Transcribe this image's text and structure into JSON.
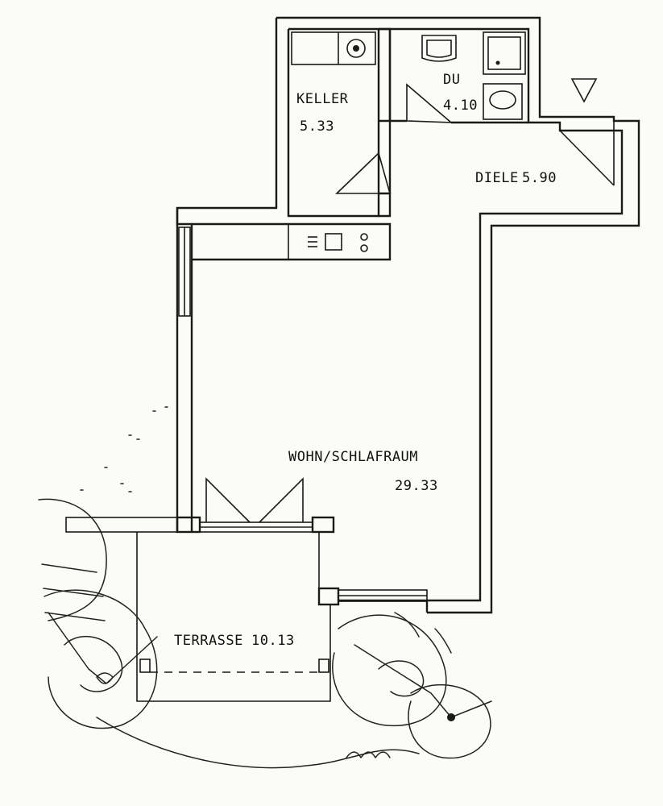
{
  "rooms": {
    "keller": {
      "name": "KELLER",
      "area": "5.33"
    },
    "du": {
      "name": "DU",
      "area": "4.10"
    },
    "diele": {
      "name": "DIELE",
      "area": "5.90"
    },
    "wohn": {
      "name": "WOHN/SCHLAFRAUM",
      "area": "29.33"
    },
    "terrasse": {
      "name": "TERRASSE",
      "area": "10.13"
    }
  },
  "colors": {
    "line": "#1a1a1a",
    "paper": "#fbfbf8"
  }
}
